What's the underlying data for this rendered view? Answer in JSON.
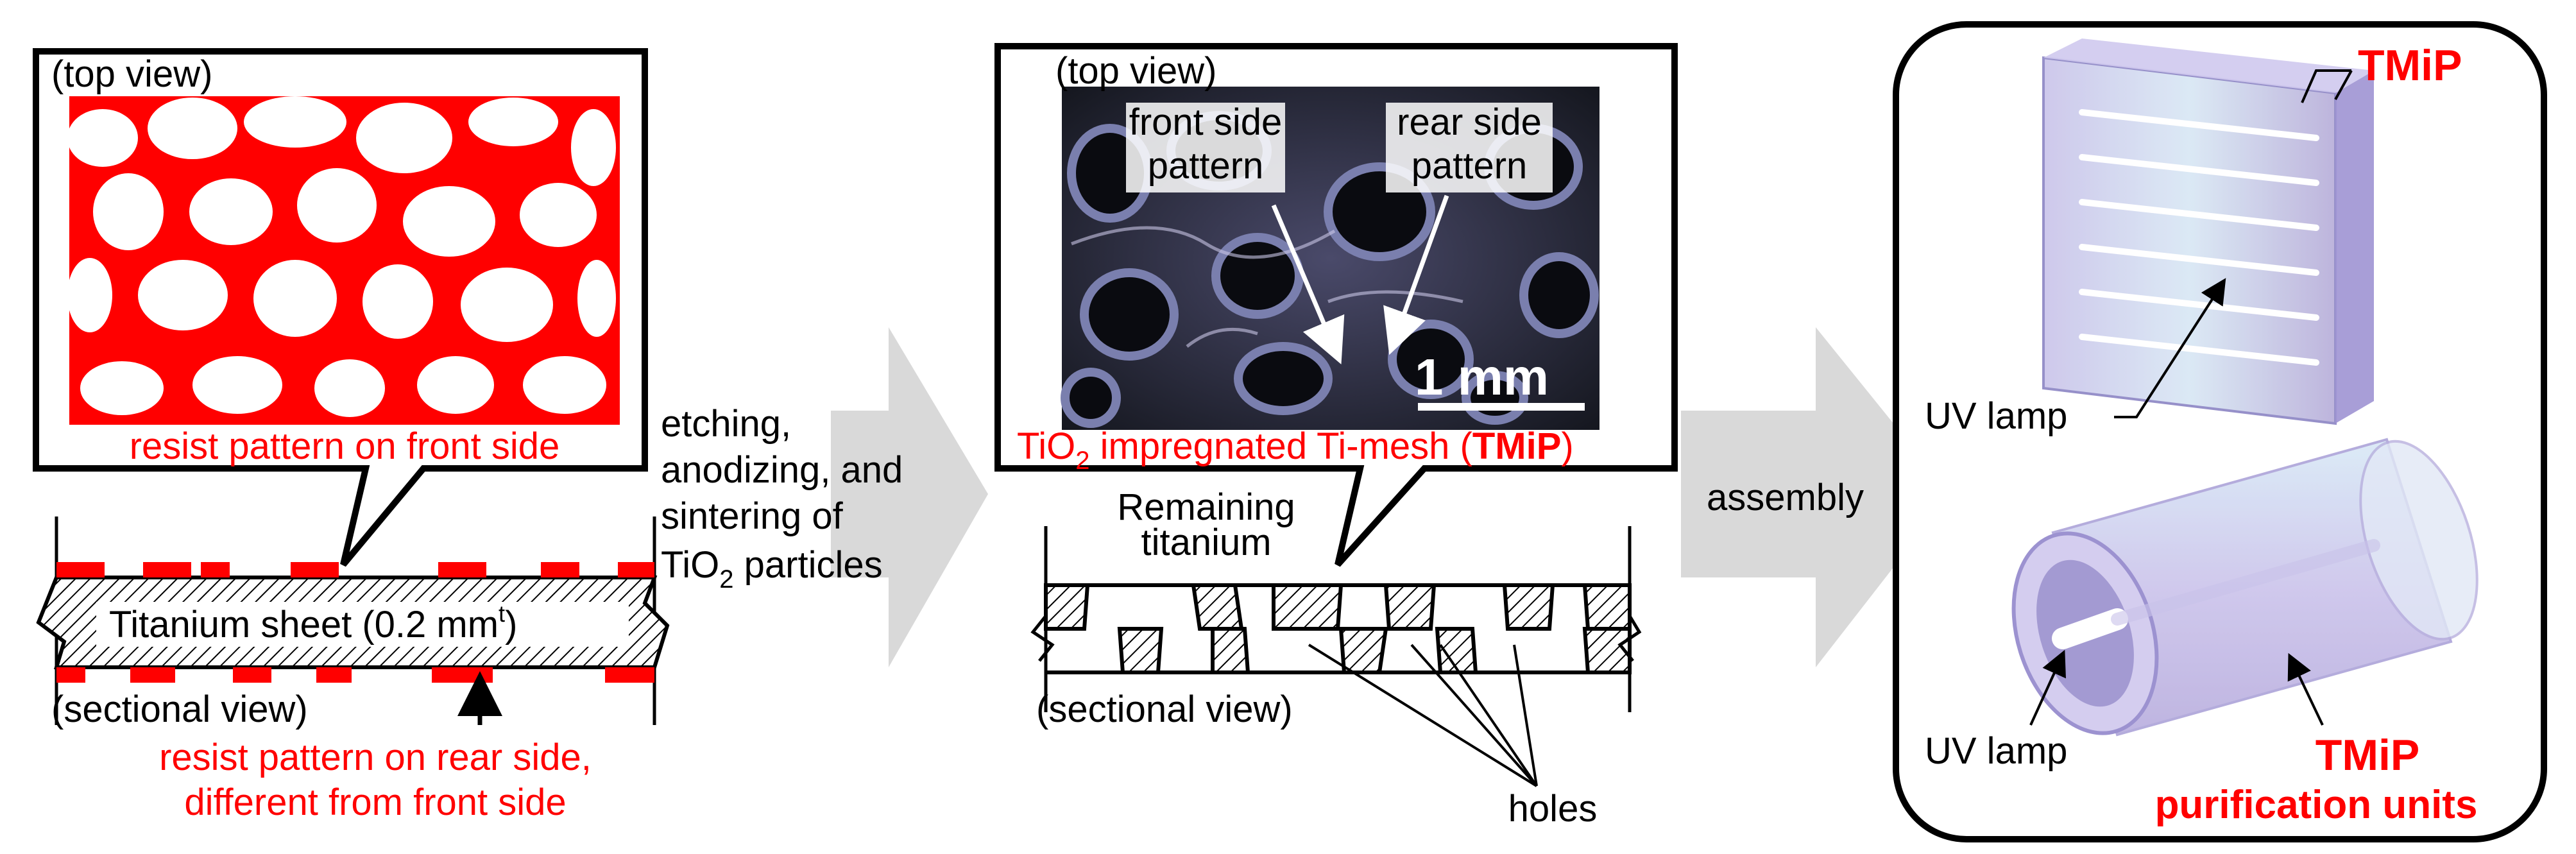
{
  "colors": {
    "accent_red": "#ff0000",
    "arrow_gray": "#d9d9d9",
    "resist_red": "#ff0000",
    "photo_bg": "#1a1d2a",
    "panel_purple": "#b9b0e0"
  },
  "panel1": {
    "top_view": "(top view)",
    "resist_front": "resist pattern on front side",
    "sheet": "Titanium sheet (0.2 mm",
    "sheet_sup": "t",
    "sheet_close": ")",
    "sectional_view": "(sectional view)",
    "resist_rear_line1": "resist pattern on rear side,",
    "resist_rear_line2": "different from front side"
  },
  "process1": {
    "line1": "etching,",
    "line2": "anodizing, and",
    "line3": "sintering of",
    "line4_pre": "TiO",
    "line4_sub": "2",
    "line4_post": " particles"
  },
  "panel2": {
    "top_view": "(top view)",
    "front_pattern_1": "front side",
    "front_pattern_2": "pattern",
    "rear_pattern_1": "rear side",
    "rear_pattern_2": "pattern",
    "scale": "1 mm",
    "caption_pre": "TiO",
    "caption_sub": "2",
    "caption_mid": " impregnated Ti-mesh (",
    "caption_bold": "TMiP",
    "caption_end": ")",
    "remaining_1": "Remaining",
    "remaining_2": "titanium",
    "sectional_view": "(sectional view)",
    "holes": "holes"
  },
  "process2": {
    "label": "assembly"
  },
  "panel3": {
    "tmip_top": "TMiP",
    "uv_lamp_1": "UV lamp",
    "uv_lamp_2": "UV lamp",
    "tmip_bottom": "TMiP",
    "purification": "purification units"
  }
}
